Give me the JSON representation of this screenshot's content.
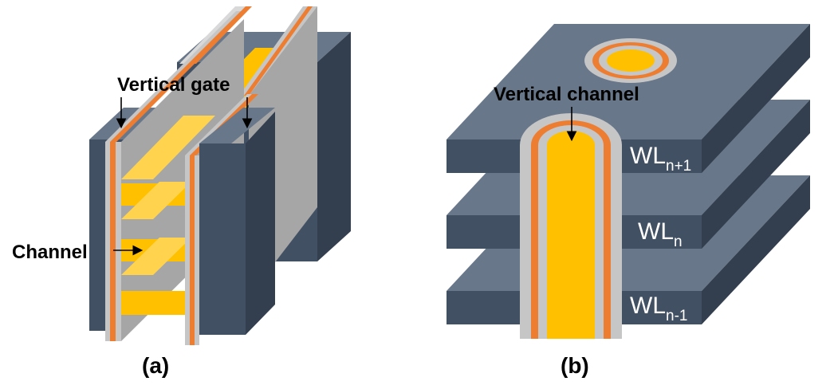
{
  "panel_a": {
    "caption": "(a)",
    "label_gate": "Vertical gate",
    "label_channel": "Channel"
  },
  "panel_b": {
    "caption": "(b)",
    "label_channel": "Vertical channel",
    "wordlines": [
      {
        "base": "WL",
        "sub": "n+1"
      },
      {
        "base": "WL",
        "sub": "n"
      },
      {
        "base": "WL",
        "sub": "n-1"
      }
    ]
  },
  "colors": {
    "block_top": "#68778a",
    "block_front": "#425064",
    "block_side": "#333e4f",
    "channel_fill": "#ffc000",
    "channel_light": "#ffd34d",
    "oxide": "#c6c6c6",
    "charge_trap": "#ed7d31",
    "gate_plate": "#a6a6a6"
  }
}
